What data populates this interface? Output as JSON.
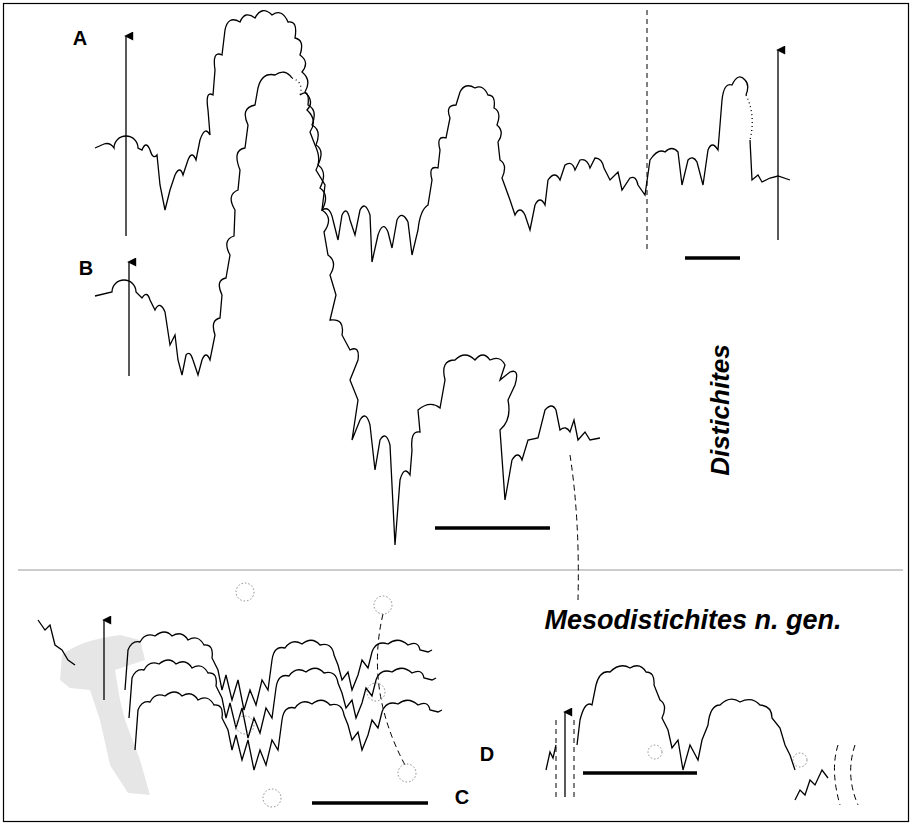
{
  "diagram": {
    "labels": [
      "A",
      "B",
      "Distichites",
      "Mesodistichites n. gen.",
      "C",
      "D"
    ]
  }
}
